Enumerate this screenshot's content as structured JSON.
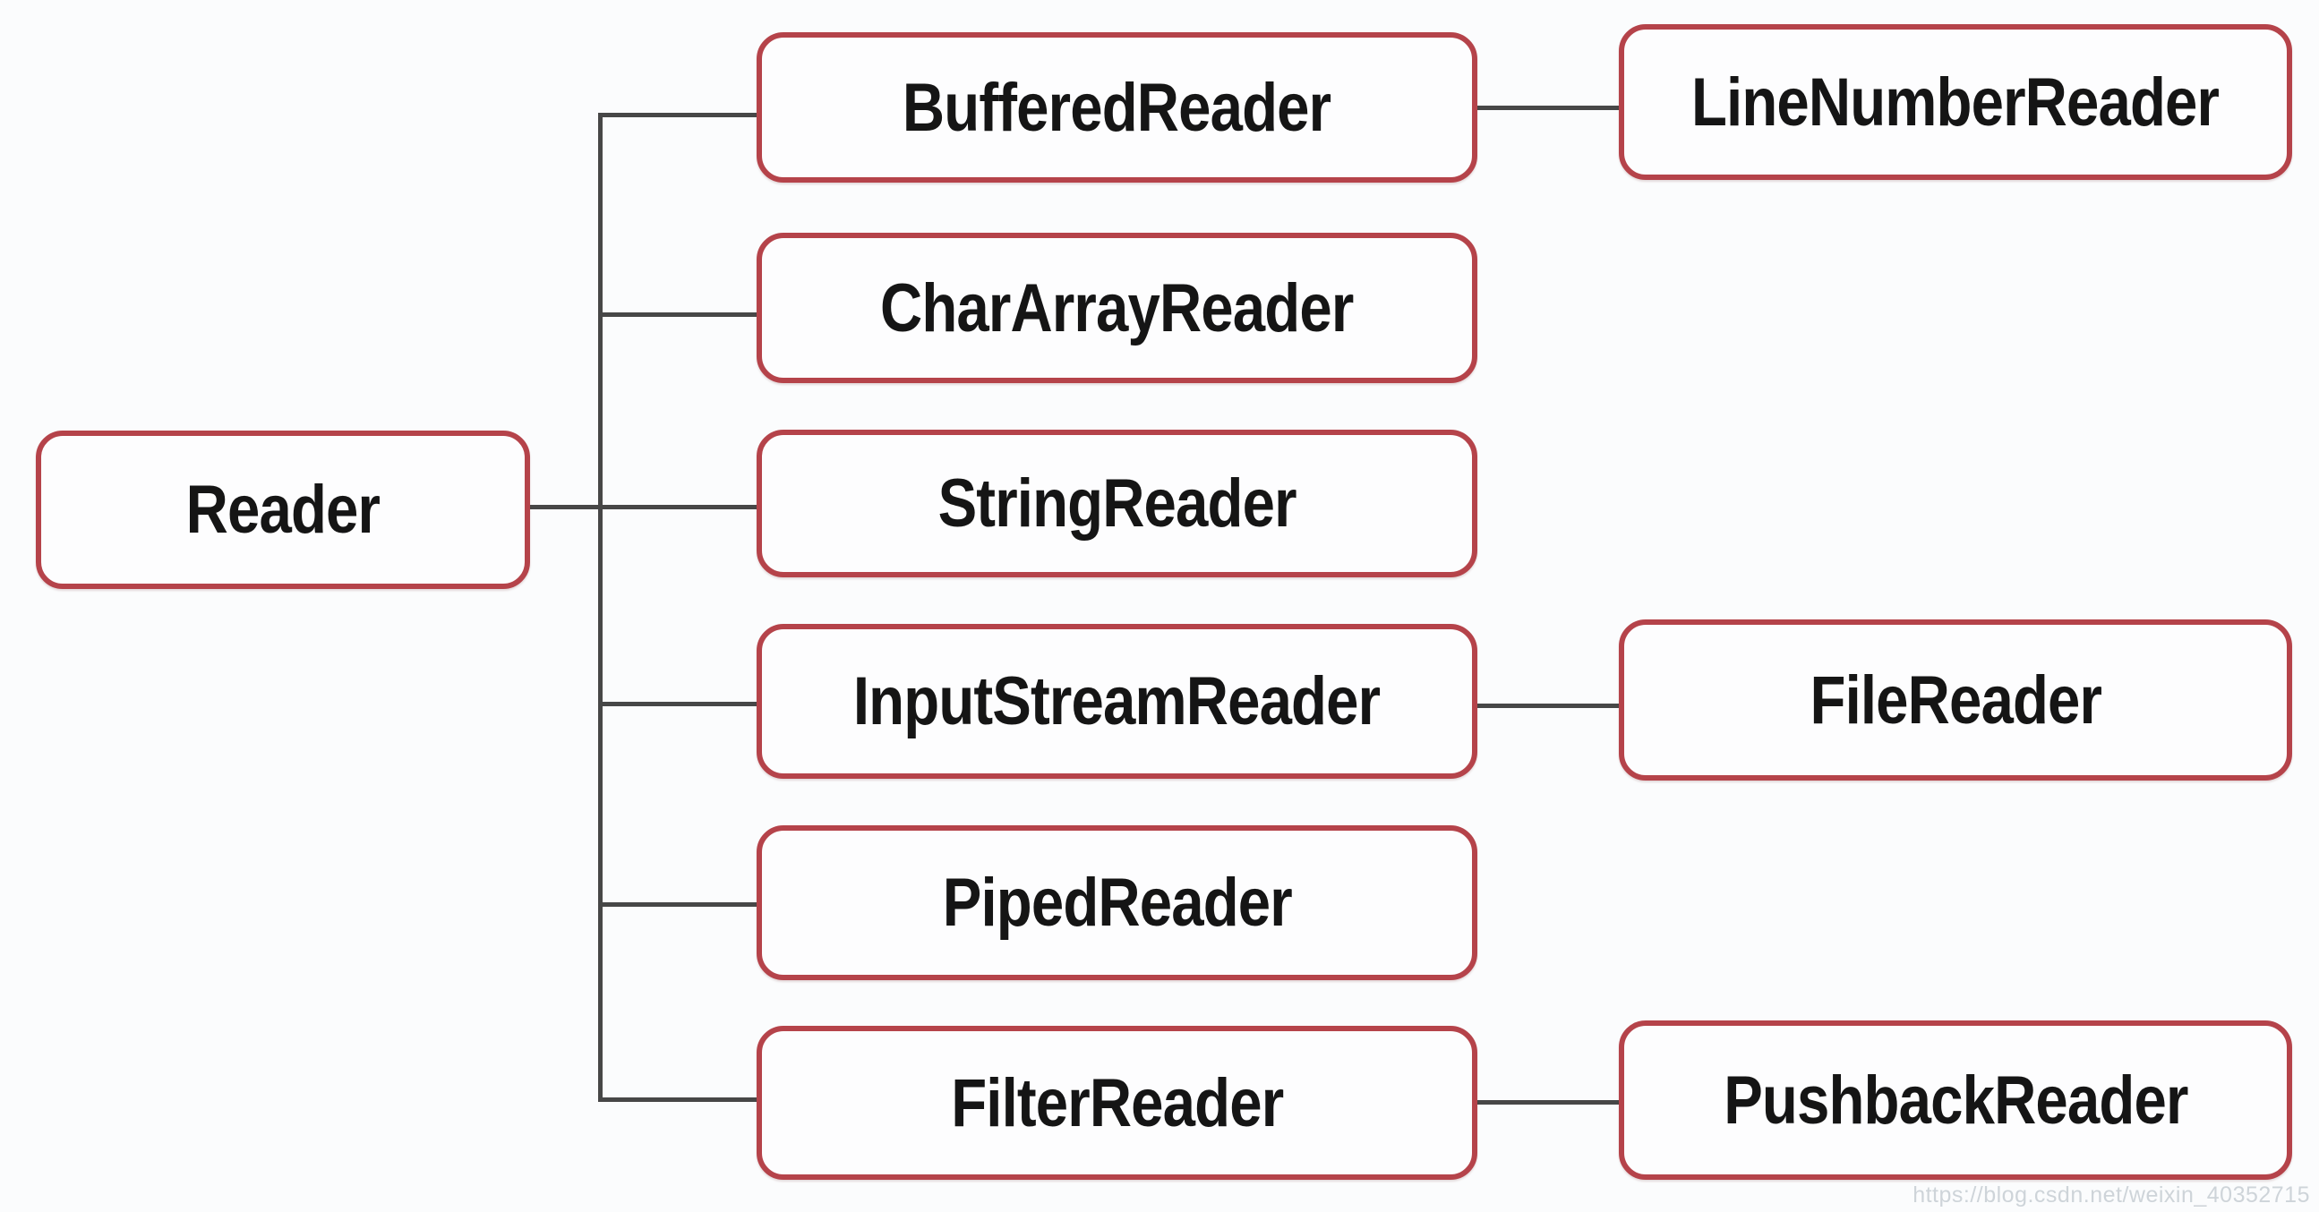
{
  "diagram": {
    "type": "class-hierarchy",
    "nodes": {
      "reader": {
        "label": "Reader"
      },
      "buffered_reader": {
        "label": "BufferedReader"
      },
      "char_array_reader": {
        "label": "CharArrayReader"
      },
      "string_reader": {
        "label": "StringReader"
      },
      "input_stream_reader": {
        "label": "InputStreamReader"
      },
      "piped_reader": {
        "label": "PipedReader"
      },
      "filter_reader": {
        "label": "FilterReader"
      },
      "line_number_reader": {
        "label": "LineNumberReader"
      },
      "file_reader": {
        "label": "FileReader"
      },
      "pushback_reader": {
        "label": "PushbackReader"
      }
    },
    "edges": [
      {
        "from": "Reader",
        "to": "BufferedReader"
      },
      {
        "from": "Reader",
        "to": "CharArrayReader"
      },
      {
        "from": "Reader",
        "to": "StringReader"
      },
      {
        "from": "Reader",
        "to": "InputStreamReader"
      },
      {
        "from": "Reader",
        "to": "PipedReader"
      },
      {
        "from": "Reader",
        "to": "FilterReader"
      },
      {
        "from": "BufferedReader",
        "to": "LineNumberReader"
      },
      {
        "from": "InputStreamReader",
        "to": "FileReader"
      },
      {
        "from": "FilterReader",
        "to": "PushbackReader"
      }
    ],
    "colors": {
      "box_border": "#b5434a",
      "connector": "#474747",
      "text": "#151515",
      "background": "#fbfcfd",
      "box_fill": "#fdfdfe",
      "watermark": "#ced4d9"
    },
    "watermark": "https://blog.csdn.net/weixin_40352715"
  }
}
